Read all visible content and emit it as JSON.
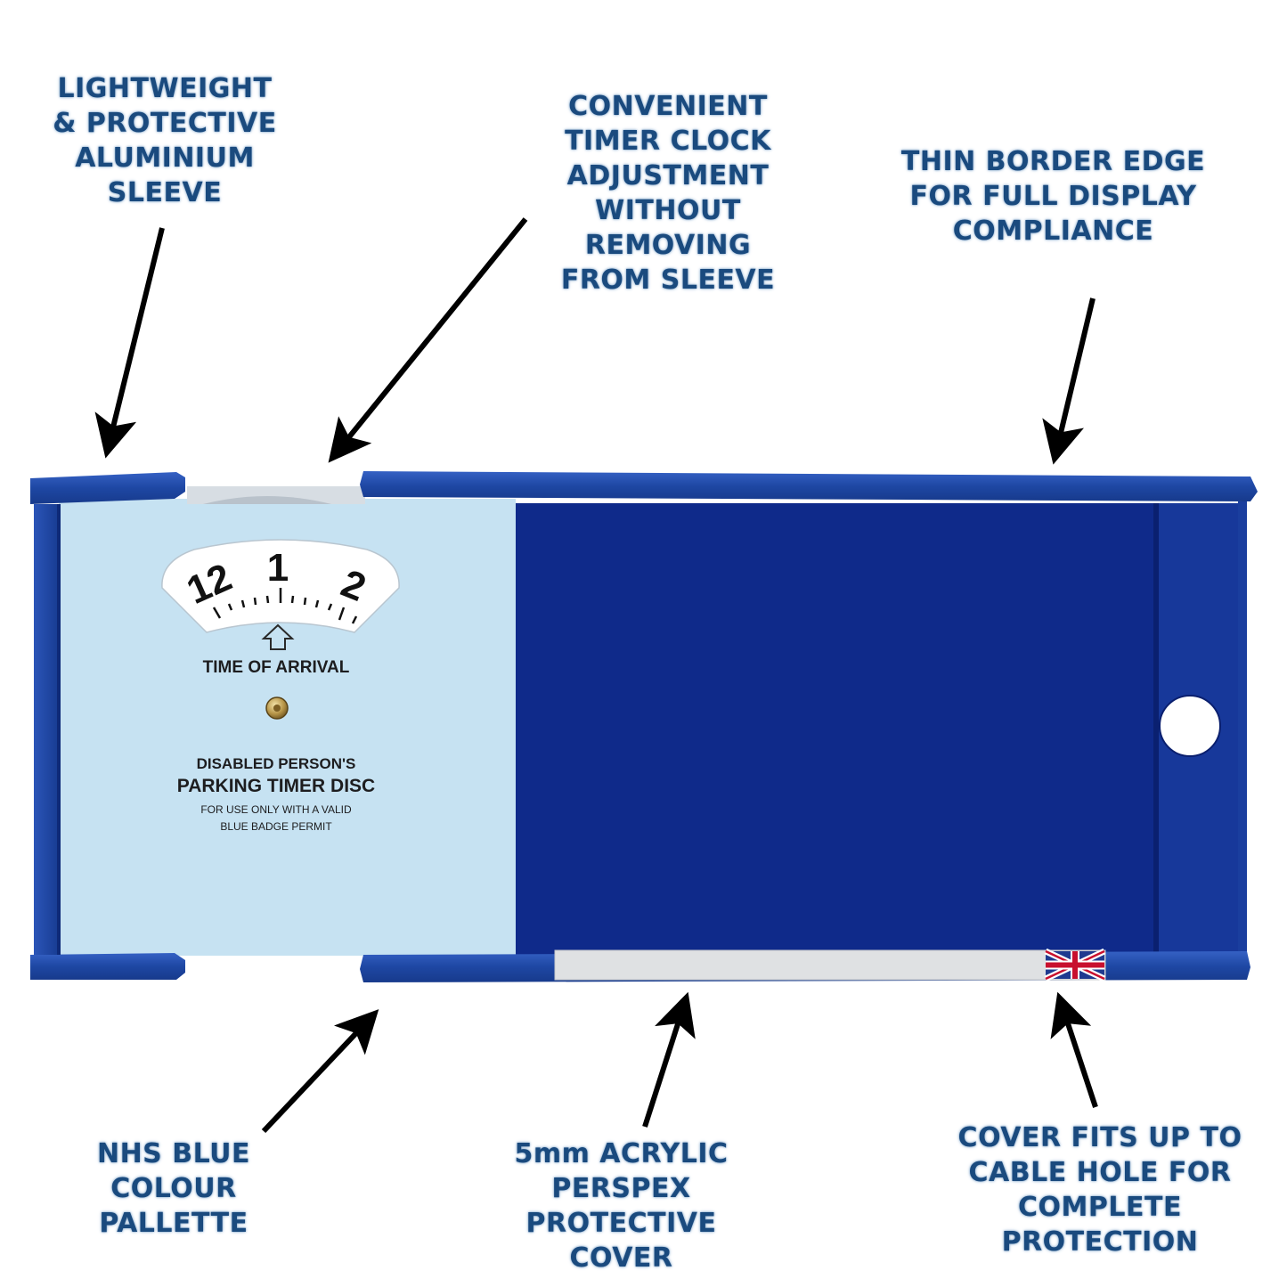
{
  "callouts": {
    "sleeve": [
      "LIGHTWEIGHT",
      "& PROTECTIVE",
      "ALUMINIUM",
      "SLEEVE"
    ],
    "timer": [
      "CONVENIENT",
      "TIMER CLOCK",
      "ADJUSTMENT",
      "WITHOUT",
      "REMOVING",
      "FROM SLEEVE"
    ],
    "border": [
      "THIN BORDER EDGE",
      "FOR FULL DISPLAY",
      "COMPLIANCE"
    ],
    "nhs": [
      "NHS BLUE",
      "COLOUR",
      "PALLETTE"
    ],
    "acrylic": [
      "5mm ACRYLIC",
      "PERSPEX",
      "PROTECTIVE",
      "COVER"
    ],
    "cable": [
      "COVER FITS UP TO",
      "CABLE HOLE FOR",
      "COMPLETE",
      "PROTECTION"
    ]
  },
  "disc": {
    "dial_numbers": [
      "12",
      "1",
      "2"
    ],
    "arrival": "TIME OF ARRIVAL",
    "line1": "DISABLED PERSON'S",
    "line2": "PARKING TIMER DISC",
    "line3": "FOR USE ONLY WITH A VALID",
    "line4": "BLUE BADGE PERMIT"
  },
  "colors": {
    "callout_text": "#1a4a7e",
    "frame_blue": "#1f4aa6",
    "panel_blue": "#0f2a8a",
    "disc_background": "#c6e2f2"
  }
}
